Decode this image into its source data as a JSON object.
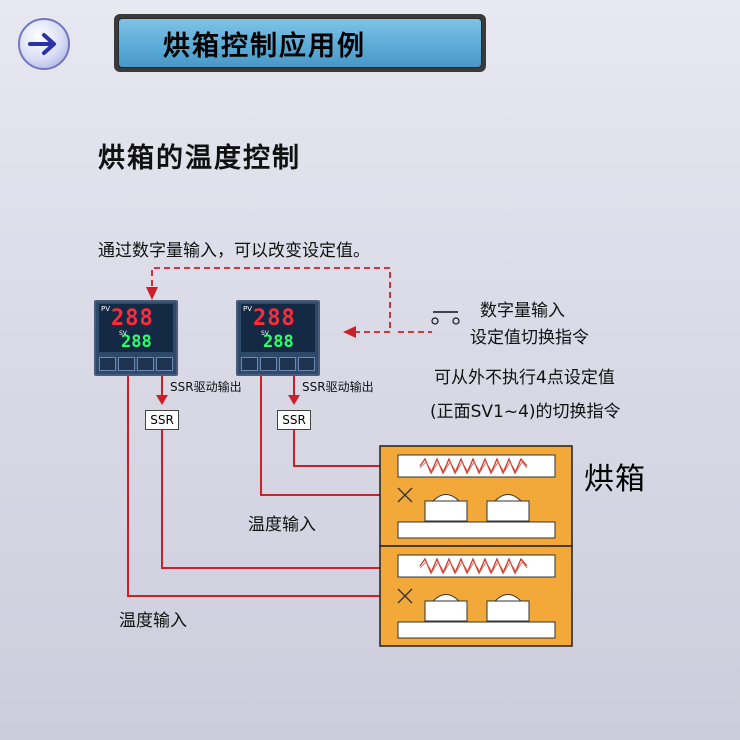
{
  "header": {
    "title": "烘箱控制应用例",
    "nav_icon": "right-arrow-icon"
  },
  "subtitle": "烘箱的温度控制",
  "intro": "通过数字量输入，可以改变设定值。",
  "digital_input": {
    "line1": "数字量输入",
    "line2": "设定值切换指令"
  },
  "note": {
    "line1": "可从外不执行4点设定值",
    "line2": "(正面SV1~4)的切换指令"
  },
  "controllers": [
    {
      "pv_label": "PV",
      "sv_label": "SV",
      "pv_value": "288",
      "sv_value": "288",
      "ssr_drive_label": "SSR驱动输出",
      "ssr_label": "SSR"
    },
    {
      "pv_label": "PV",
      "sv_label": "SV",
      "pv_value": "288",
      "sv_value": "288",
      "ssr_drive_label": "SSR驱动输出",
      "ssr_label": "SSR"
    }
  ],
  "temp_input_upper": "温度输入",
  "temp_input_lower": "温度输入",
  "oven_label": "烘箱",
  "colors": {
    "wire": "#cc1f2a",
    "oven_fill": "#f2a93a",
    "oven_border": "#2a2a2a",
    "title_bg": "#5aa9d6"
  }
}
